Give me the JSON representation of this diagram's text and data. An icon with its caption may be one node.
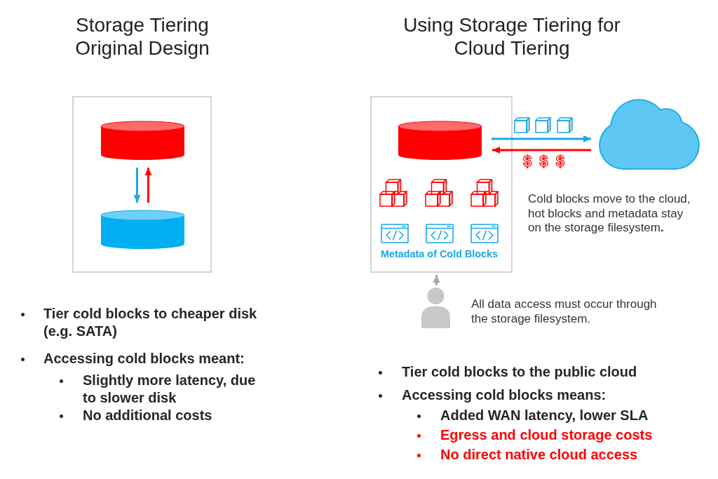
{
  "diagram": {
    "nodes": [
      {
        "text": [
          "Storage Tiering Original Design"
        ]
      },
      {
        "text": [],
        "shape": "cylinder",
        "in": 0
      },
      {
        "text": [],
        "shape": "cylinder",
        "in": 0
      },
      {
        "text": [
          "Using Storage Tiering for Cloud Tiering",
          "Metadata of Cold Blocks"
        ]
      },
      {
        "text": [],
        "shape": "cylinder",
        "in": 3
      },
      {
        "text": [],
        "shape": "cloud"
      },
      {
        "text": [],
        "shape": "person",
        "beside": [
          "All data access must occur through the storage filesystem."
        ]
      }
    ],
    "edges": [
      {
        "from": 1,
        "to": 2,
        "arrow": "to",
        "color": "#1aa8e8"
      },
      {
        "from": 2,
        "to": 1,
        "arrow": "to",
        "color": "#ff0000"
      },
      {
        "from": 4,
        "to": 5,
        "arrow": "to",
        "color": "#1aa8e8"
      },
      {
        "from": 5,
        "to": 4,
        "arrow": "to",
        "label": "$ $ $",
        "color": "#ff0000"
      },
      {
        "from": 6,
        "to": 3,
        "arrow": "to",
        "color": "#a6a6a6"
      }
    ],
    "labels": [
      "Cold blocks move to the cloud, hot blocks and metadata stay on the storage filesystem**.**",
      "Tier cold blocks to cheaper disk (e.g. SATA)",
      "Accessing cold blocks meant:",
      "Slightly more latency, due to slower disk",
      "No additional costs",
      "Tier cold blocks to the public cloud",
      "Accessing cold blocks means:",
      "Added WAN latency, lower SLA",
      "Egress and cloud storage costs",
      "No direct native cloud access"
    ]
  }
}
